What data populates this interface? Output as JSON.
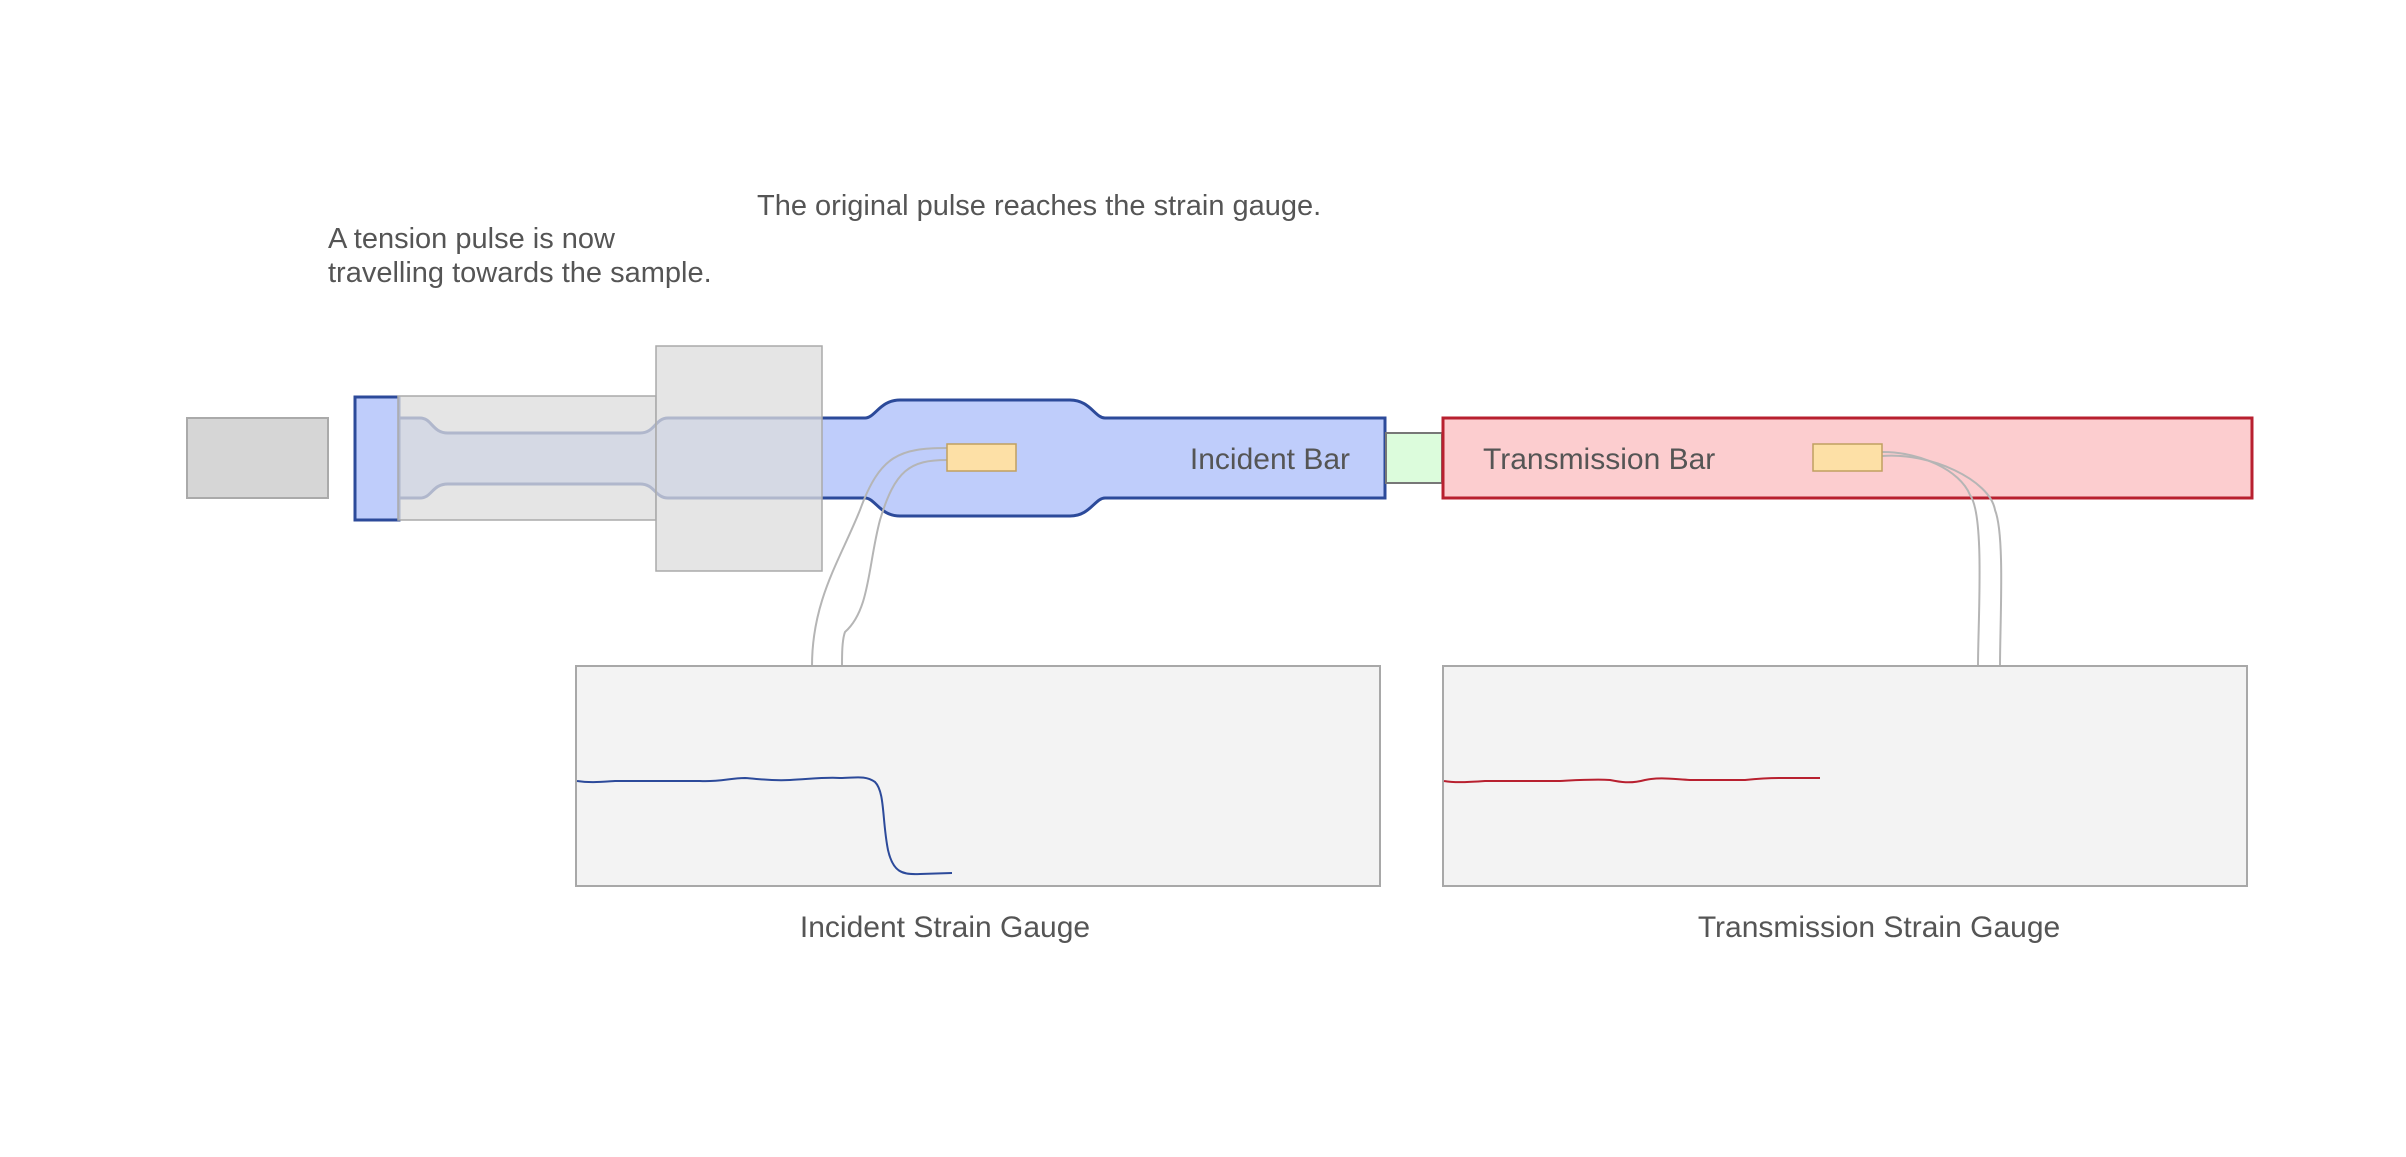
{
  "annotations": {
    "pulse_line1": "A tension pulse is now",
    "pulse_line2": "travelling towards the sample.",
    "gauge_message": "The original pulse reaches the strain gauge."
  },
  "bars": {
    "incident_label": "Incident Bar",
    "transmission_label": "Transmission Bar"
  },
  "gauges": {
    "incident_label": "Incident Strain Gauge",
    "transmission_label": "Transmission Strain Gauge"
  },
  "colors": {
    "incident_fill": "#bfcdfb",
    "incident_stroke": "#2c4a9a",
    "transmission_fill": "#fccdcf",
    "transmission_stroke": "#b8202f",
    "sample_fill": "#dcfcdc",
    "gauge_fill": "#fde0a6",
    "panel_fill": "#f3f3f3",
    "incident_signal": "#2c4a9a",
    "transmission_signal": "#b8202f"
  }
}
